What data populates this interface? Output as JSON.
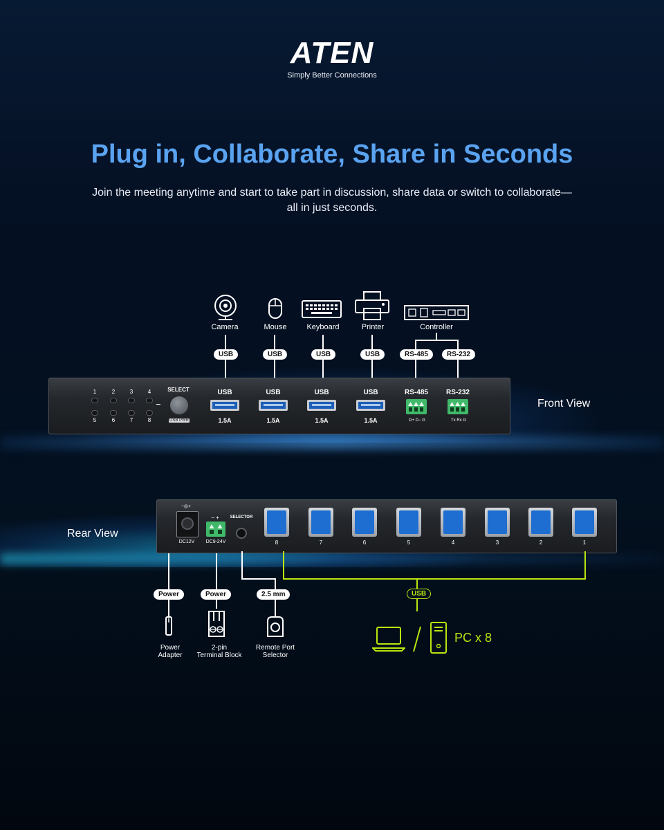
{
  "brand": {
    "name": "ATEN",
    "tagline": "Simply Better Connections"
  },
  "headline": "Plug in, Collaborate, Share in Seconds",
  "subheadline": "Join the meeting anytime and start to take part in discussion, share data or switch to collaborate—all in just seconds.",
  "front": {
    "view_label": "Front View",
    "devices": [
      {
        "label": "Camera",
        "icon": "camera-icon",
        "connector": "USB"
      },
      {
        "label": "Mouse",
        "icon": "mouse-icon",
        "connector": "USB"
      },
      {
        "label": "Keyboard",
        "icon": "keyboard-icon",
        "connector": "USB"
      },
      {
        "label": "Printer",
        "icon": "printer-icon",
        "connector": "USB"
      }
    ],
    "controller": {
      "label": "Controller",
      "icon": "controller-icon",
      "connectors": [
        "RS-485",
        "RS-232"
      ]
    },
    "leds_top": [
      "1",
      "2",
      "3",
      "4"
    ],
    "leds_bottom": [
      "5",
      "6",
      "7",
      "8"
    ],
    "select_label": "SELECT",
    "select_sub": "USB PWR",
    "usb_ports": [
      {
        "label": "USB",
        "rating": "1.5A"
      },
      {
        "label": "USB",
        "rating": "1.5A"
      },
      {
        "label": "USB",
        "rating": "1.5A"
      },
      {
        "label": "USB",
        "rating": "1.5A"
      }
    ],
    "serial_ports": [
      {
        "label": "RS-485",
        "pins": "D+  D−  G"
      },
      {
        "label": "RS-232",
        "pins": "Tx  Rx  G"
      }
    ]
  },
  "rear": {
    "view_label": "Rear View",
    "power_dc_label": "DC12V",
    "terminal_label": "DC9-24V",
    "terminal_polarity": "−  +",
    "selector_label": "SELECTOR",
    "dc_symbol": "−◎+",
    "usb_ports": [
      "8",
      "7",
      "6",
      "5",
      "4",
      "3",
      "2",
      "1"
    ],
    "connections": [
      {
        "pill": "Power",
        "label_line1": "Power",
        "label_line2": "Adapter",
        "icon": "power-plug-icon"
      },
      {
        "pill": "Power",
        "label_line1": "2-pin",
        "label_line2": "Terminal Block",
        "icon": "terminal-block-icon"
      },
      {
        "pill": "2.5 mm",
        "label_line1": "Remote Port",
        "label_line2": "Selector",
        "icon": "remote-selector-icon"
      }
    ],
    "usb_pill": "USB",
    "pc_label": "PC x 8",
    "accent": "#b9e60f"
  }
}
